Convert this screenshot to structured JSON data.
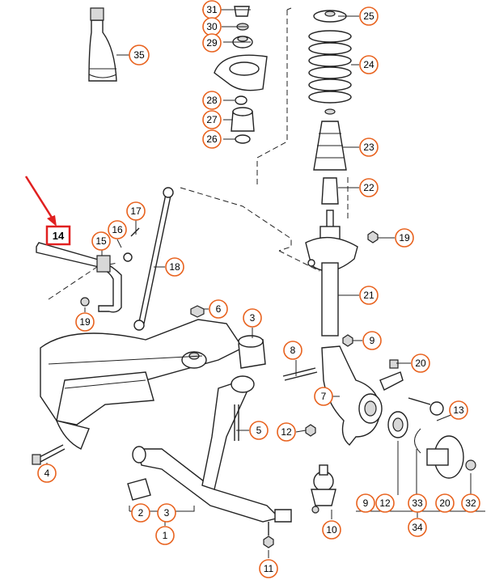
{
  "diagram_title": "",
  "highlight": {
    "label": "14",
    "color": "#e02020"
  },
  "accent_color": "#e8621e",
  "callouts": {
    "c1": "1",
    "c2": "2",
    "c3a": "3",
    "c3b": "3",
    "c4": "4",
    "c5": "5",
    "c6": "6",
    "c7": "7",
    "c8": "8",
    "c9a": "9",
    "c9b": "9",
    "c10": "10",
    "c11": "11",
    "c12a": "12",
    "c12b": "12",
    "c13": "13",
    "c15": "15",
    "c16": "16",
    "c17": "17",
    "c18": "18",
    "c19a": "19",
    "c19b": "19",
    "c20a": "20",
    "c20b": "20",
    "c21": "21",
    "c22": "22",
    "c23": "23",
    "c24": "24",
    "c25": "25",
    "c26": "26",
    "c27": "27",
    "c28": "28",
    "c29": "29",
    "c30": "30",
    "c31": "31",
    "c32": "32",
    "c33": "33",
    "c34": "34",
    "c35": "35"
  }
}
